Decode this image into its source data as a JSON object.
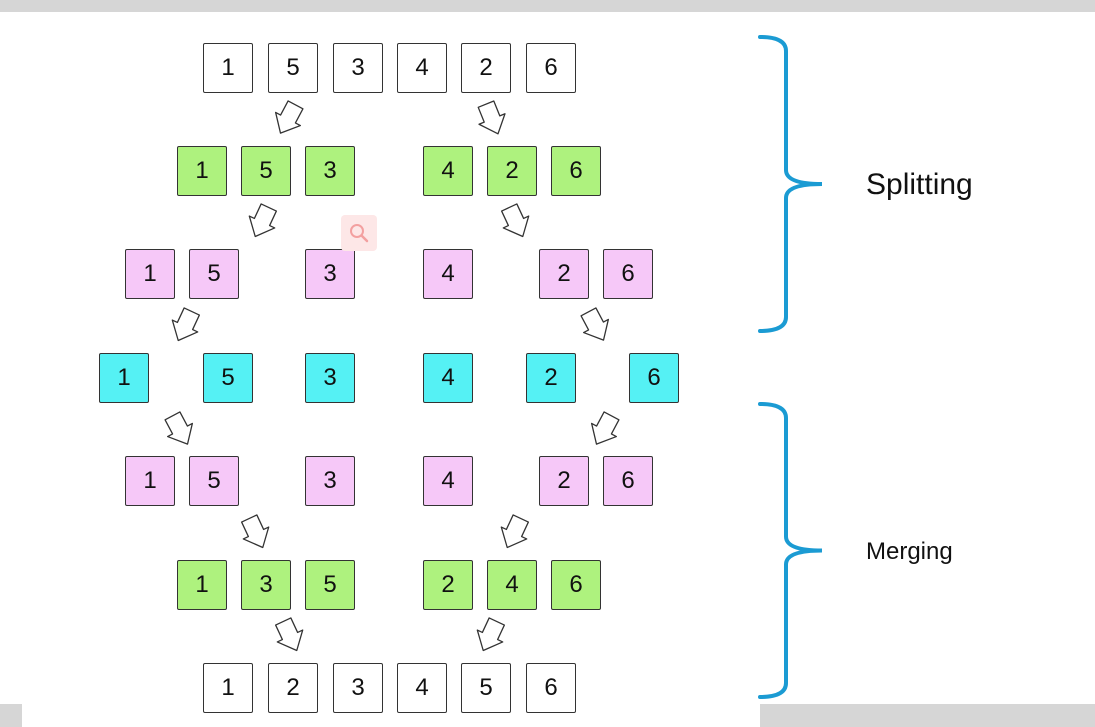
{
  "levels": [
    {
      "name": "input",
      "color": "#ffffff",
      "groups": [
        [
          "1",
          "5",
          "3",
          "4",
          "2",
          "6"
        ]
      ]
    },
    {
      "name": "split-halves",
      "color": "#aef27e",
      "groups": [
        [
          "1",
          "5",
          "3"
        ],
        [
          "4",
          "2",
          "6"
        ]
      ]
    },
    {
      "name": "split-quarters",
      "color": "#f6c8f8",
      "groups": [
        [
          "1",
          "5"
        ],
        [
          "3"
        ],
        [
          "4"
        ],
        [
          "2",
          "6"
        ]
      ]
    },
    {
      "name": "singletons",
      "color": "#55f1f4",
      "groups": [
        [
          "1"
        ],
        [
          "5"
        ],
        [
          "3"
        ],
        [
          "4"
        ],
        [
          "2"
        ],
        [
          "6"
        ]
      ]
    },
    {
      "name": "merge-pairs",
      "color": "#f6c8f8",
      "groups": [
        [
          "1",
          "5"
        ],
        [
          "3"
        ],
        [
          "4"
        ],
        [
          "2",
          "6"
        ]
      ]
    },
    {
      "name": "merge-halves",
      "color": "#aef27e",
      "groups": [
        [
          "1",
          "3",
          "5"
        ],
        [
          "2",
          "4",
          "6"
        ]
      ]
    },
    {
      "name": "output",
      "color": "#ffffff",
      "groups": [
        [
          "1",
          "2",
          "3",
          "4",
          "5",
          "6"
        ]
      ]
    }
  ],
  "labels": {
    "splitting": "Splitting",
    "merging": "Merging"
  },
  "colors": {
    "bracket": "#1b9bd3",
    "arrow_stroke": "#333333"
  },
  "icons": [
    "zoom-icon"
  ]
}
